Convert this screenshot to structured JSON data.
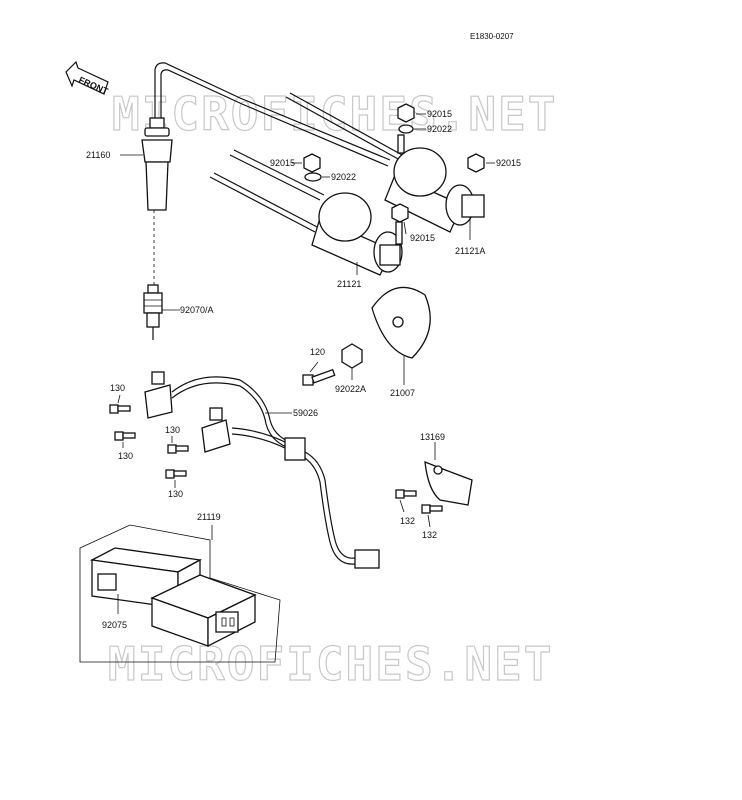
{
  "diagram": {
    "code": "E1830-0207",
    "front_label": "FRONT",
    "watermark": "MICROFICHES.NET",
    "labels": {
      "p21160": "21160",
      "p92070": "92070/A",
      "p92015_a": "92015",
      "p92022_a": "92022",
      "p92015_b": "92015",
      "p92022_b": "92022",
      "p92015_c": "92015",
      "p92015_d": "92015",
      "p21121A": "21121A",
      "p21121": "21121",
      "p120": "120",
      "p92022A": "92022A",
      "p21007": "21007",
      "p130_a": "130",
      "p130_b": "130",
      "p130_c": "130",
      "p130_d": "130",
      "p59026": "59026",
      "p13169": "13169",
      "p132_a": "132",
      "p132_b": "132",
      "p21119": "21119",
      "p92075": "92075"
    }
  }
}
